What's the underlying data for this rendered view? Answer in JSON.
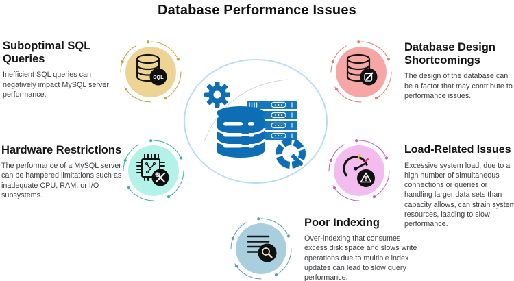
{
  "title": "Database Performance Issues",
  "colors": {
    "primary_blue": "#0e6eb5",
    "rack_blue": "#1478be",
    "center_ring": "#b9dcf4",
    "gauge_tick_yellow": "#f2c232",
    "gauge_tick_red": "#e8364f"
  },
  "center_illustration": {
    "elements": [
      "gear-icon",
      "database-stack",
      "server-rack",
      "speedometer-icon"
    ]
  },
  "items": [
    {
      "id": "suboptimal-sql-queries",
      "title": "Suboptimal SQL Queries",
      "description": "Inefficient SQL queries can negatively impact MySQL server performance.",
      "icon": "database-sql-icon",
      "badge_label": "SQL",
      "circle_color": "#eed494",
      "accent_color": "#c6a044"
    },
    {
      "id": "database-design-shortcomings",
      "title": "Database Design Shortcomings",
      "description": "The design of the database can be a factor that may contribute to performance issues.",
      "icon": "database-edit-icon",
      "circle_color": "#f6a6a4",
      "accent_color": "#e07a78"
    },
    {
      "id": "hardware-restrictions",
      "title": "Hardware Restrictions",
      "description": "The performance of a MySQL server can be hampered limitations such as inadequate CPU, RAM, or I/O subsystems.",
      "icon": "chip-tools-icon",
      "circle_color": "#b2f2e9",
      "accent_color": "#38b2a3"
    },
    {
      "id": "load-related-issues",
      "title": "Load-Related Issues",
      "description": "Excessive system load, due to a high number of simultaneous connections or queries or handling larger data sets than capacity allows, can strain system resources, laading to slow performance.",
      "icon": "gauge-warning-icon",
      "circle_color": "#f2bcee",
      "accent_color": "#c05cbd"
    },
    {
      "id": "poor-indexing",
      "title": "Poor Indexing",
      "description": "Over-indexing that consumes excess disk space and slows write operations due to multiple index updates can lead to slow query performance.",
      "icon": "list-search-icon",
      "circle_color": "#a9cfdf",
      "accent_color": "#5b9cb8"
    }
  ]
}
